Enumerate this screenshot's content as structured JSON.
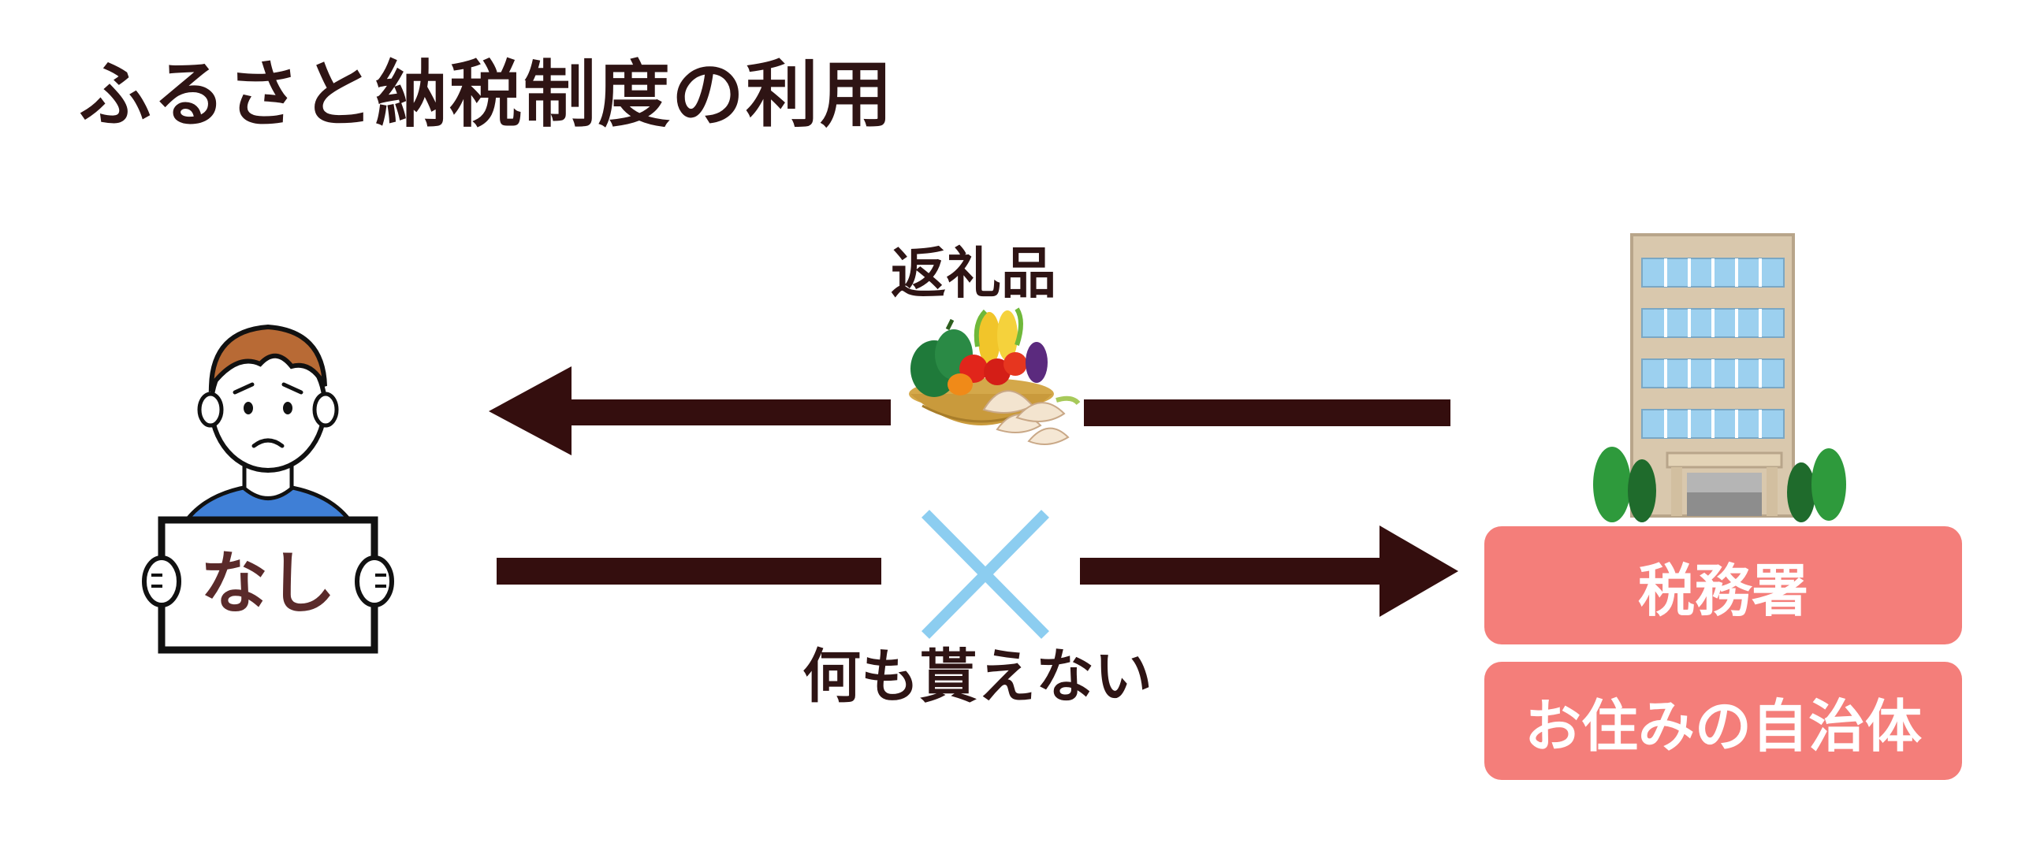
{
  "title": "ふるさと納税制度の利用",
  "person": {
    "sign_text": "なし"
  },
  "flows": {
    "return_gift_label": "返礼品",
    "no_return_label": "何も貰えない"
  },
  "right_side": {
    "tax_office_label": "税務署",
    "local_government_label": "お住みの自治体"
  },
  "colors": {
    "arrow": "#340e0e",
    "cross": "#8ccdf0",
    "box": "#f47e7a",
    "text": "#2e1414"
  }
}
